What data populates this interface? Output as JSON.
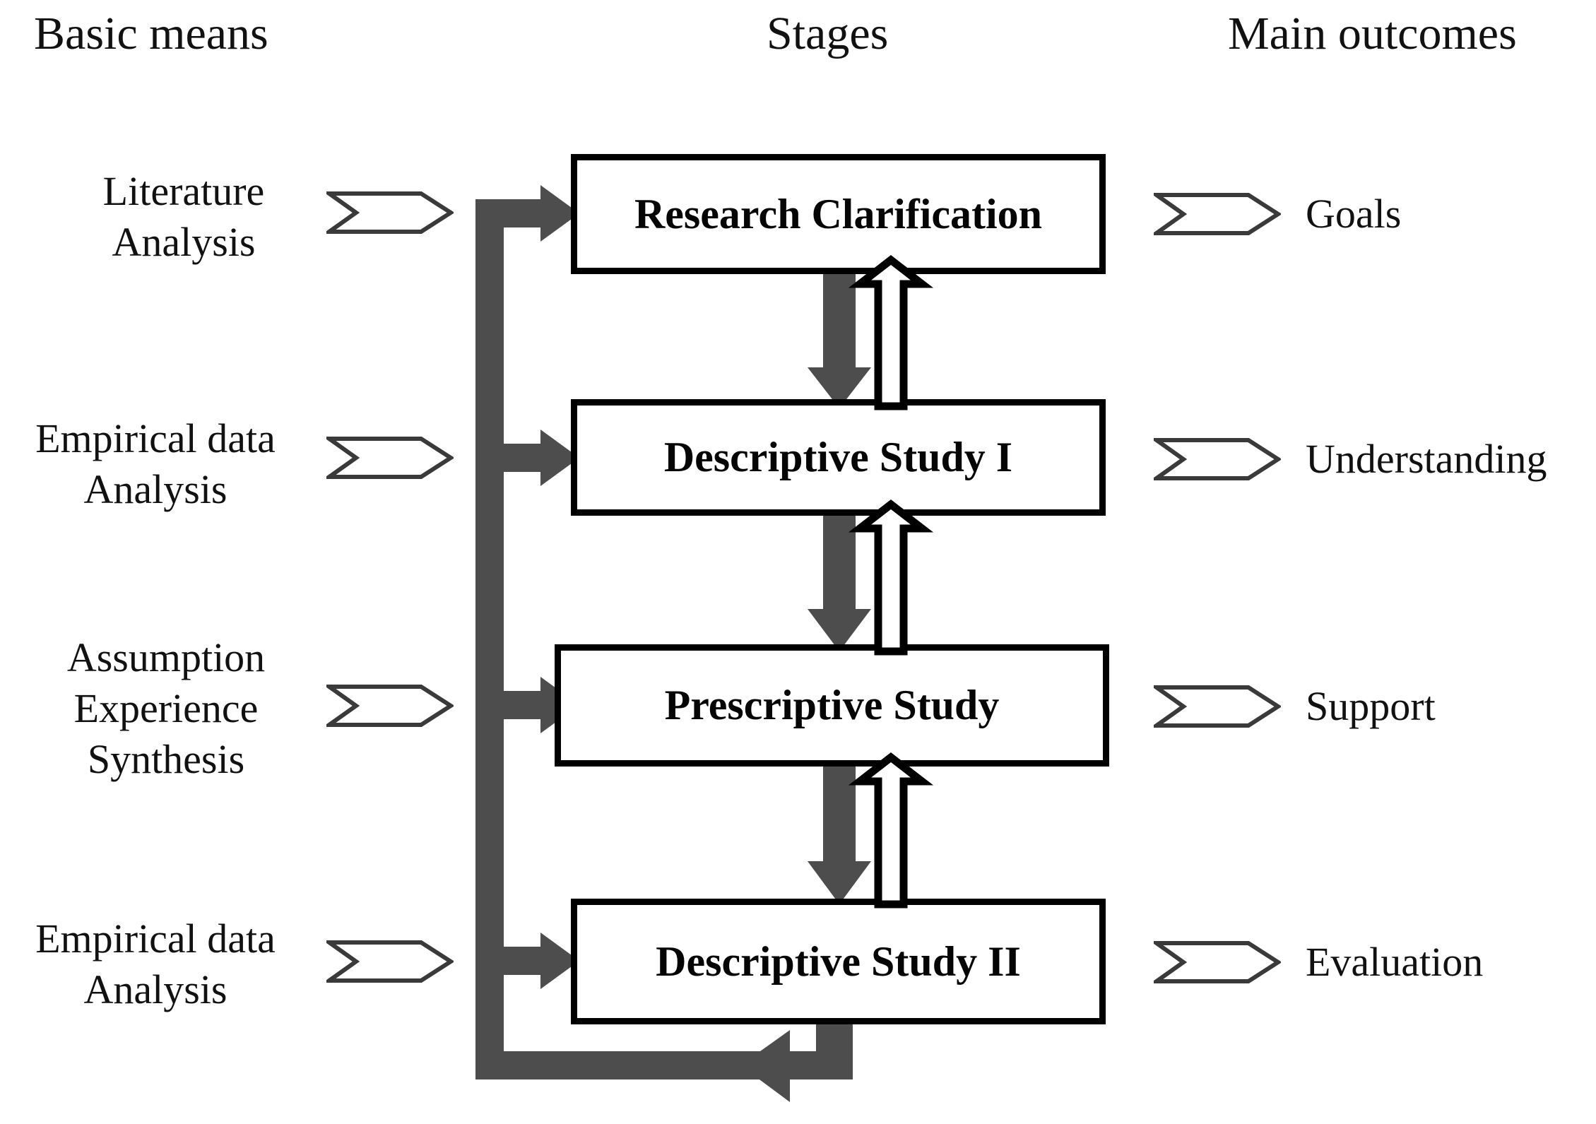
{
  "headers": {
    "left": "Basic means",
    "center": "Stages",
    "right": "Main outcomes"
  },
  "colors": {
    "flow_gray": "#4d4d4d",
    "box_border": "#000000",
    "box_fill": "#ffffff",
    "text": "#111111",
    "page_background": "#ffffff"
  },
  "rows": [
    {
      "means": [
        "Literature",
        "Analysis"
      ],
      "stage": "Research Clarification",
      "outcome": "Goals",
      "in_chevron_icon": "chevron-right-outline-icon",
      "out_chevron_icon": "chevron-right-outline-icon"
    },
    {
      "means": [
        "Empirical data",
        "Analysis"
      ],
      "stage": "Descriptive Study I",
      "outcome": "Understanding",
      "in_chevron_icon": "chevron-right-outline-icon",
      "out_chevron_icon": "chevron-right-outline-icon"
    },
    {
      "means": [
        "Assumption",
        "Experience",
        "Synthesis"
      ],
      "stage": "Prescriptive Study",
      "outcome": "Support",
      "in_chevron_icon": "chevron-right-outline-icon",
      "out_chevron_icon": "chevron-right-outline-icon"
    },
    {
      "means": [
        "Empirical data",
        "Analysis"
      ],
      "stage": "Descriptive Study II",
      "outcome": "Evaluation",
      "in_chevron_icon": "chevron-right-outline-icon",
      "out_chevron_icon": "chevron-right-outline-icon"
    }
  ],
  "connectors": {
    "forward_icon": "arrow-down-solid-gray-icon",
    "feedback_icon": "arrow-up-hollow-icon",
    "loop_icon": "arrow-left-solid-gray-icon",
    "feed_in_icon": "arrow-right-solid-gray-icon",
    "forward_count": 3,
    "feedback_count": 3,
    "feed_in_count": 4
  }
}
